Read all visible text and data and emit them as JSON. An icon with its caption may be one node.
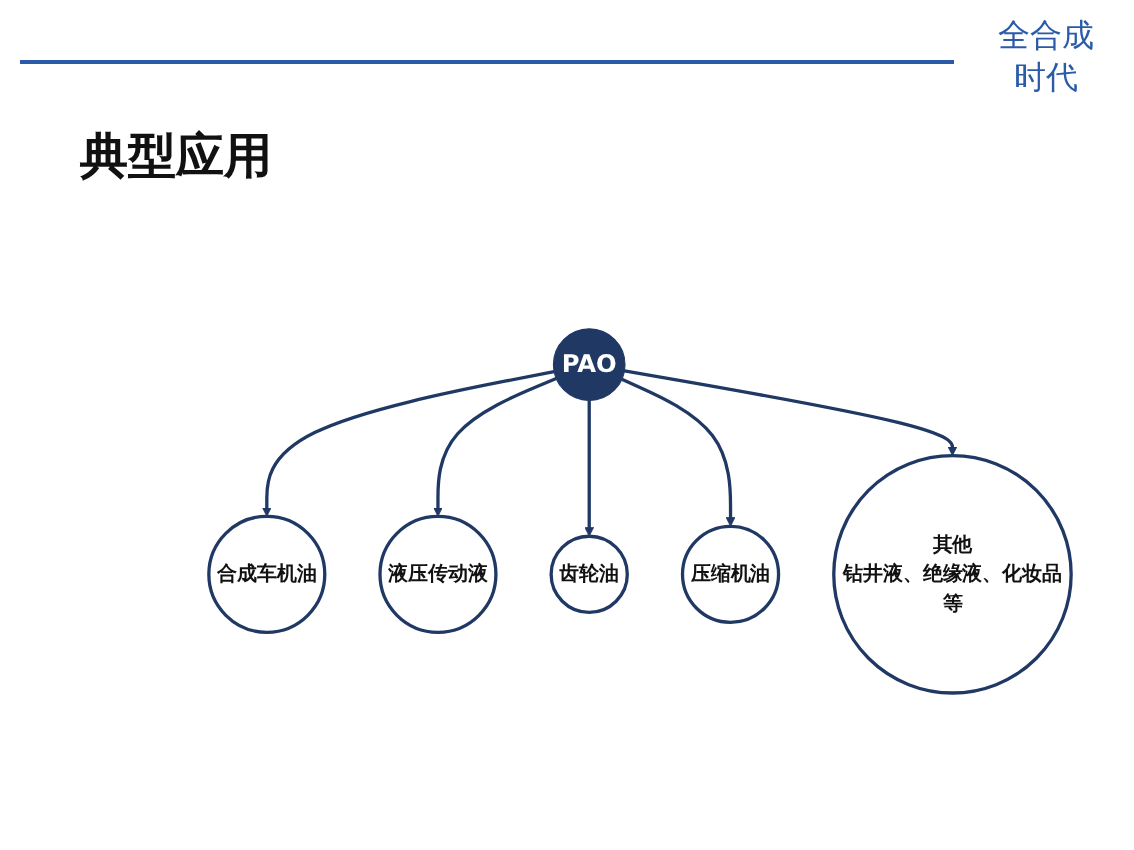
{
  "diagram": {
    "title": "典型应用",
    "nodes": [
      {
        "text": [
          "PAO"
        ]
      },
      {
        "text": [
          "合成车机油"
        ]
      },
      {
        "text": [
          "液压传动液"
        ]
      },
      {
        "text": [
          "齿轮油"
        ]
      },
      {
        "text": [
          "压缩机油"
        ]
      },
      {
        "text": [
          "其他",
          "钻井液、绝缘液、化妆品等"
        ]
      }
    ],
    "edges": [
      {
        "from": 0,
        "to": 1,
        "arrow": "to"
      },
      {
        "from": 0,
        "to": 2,
        "arrow": "to"
      },
      {
        "from": 0,
        "to": 3,
        "arrow": "to"
      },
      {
        "from": 0,
        "to": 4,
        "arrow": "to"
      },
      {
        "from": 0,
        "to": 5,
        "arrow": "to"
      }
    ],
    "labels": [
      "全合成时代"
    ]
  }
}
